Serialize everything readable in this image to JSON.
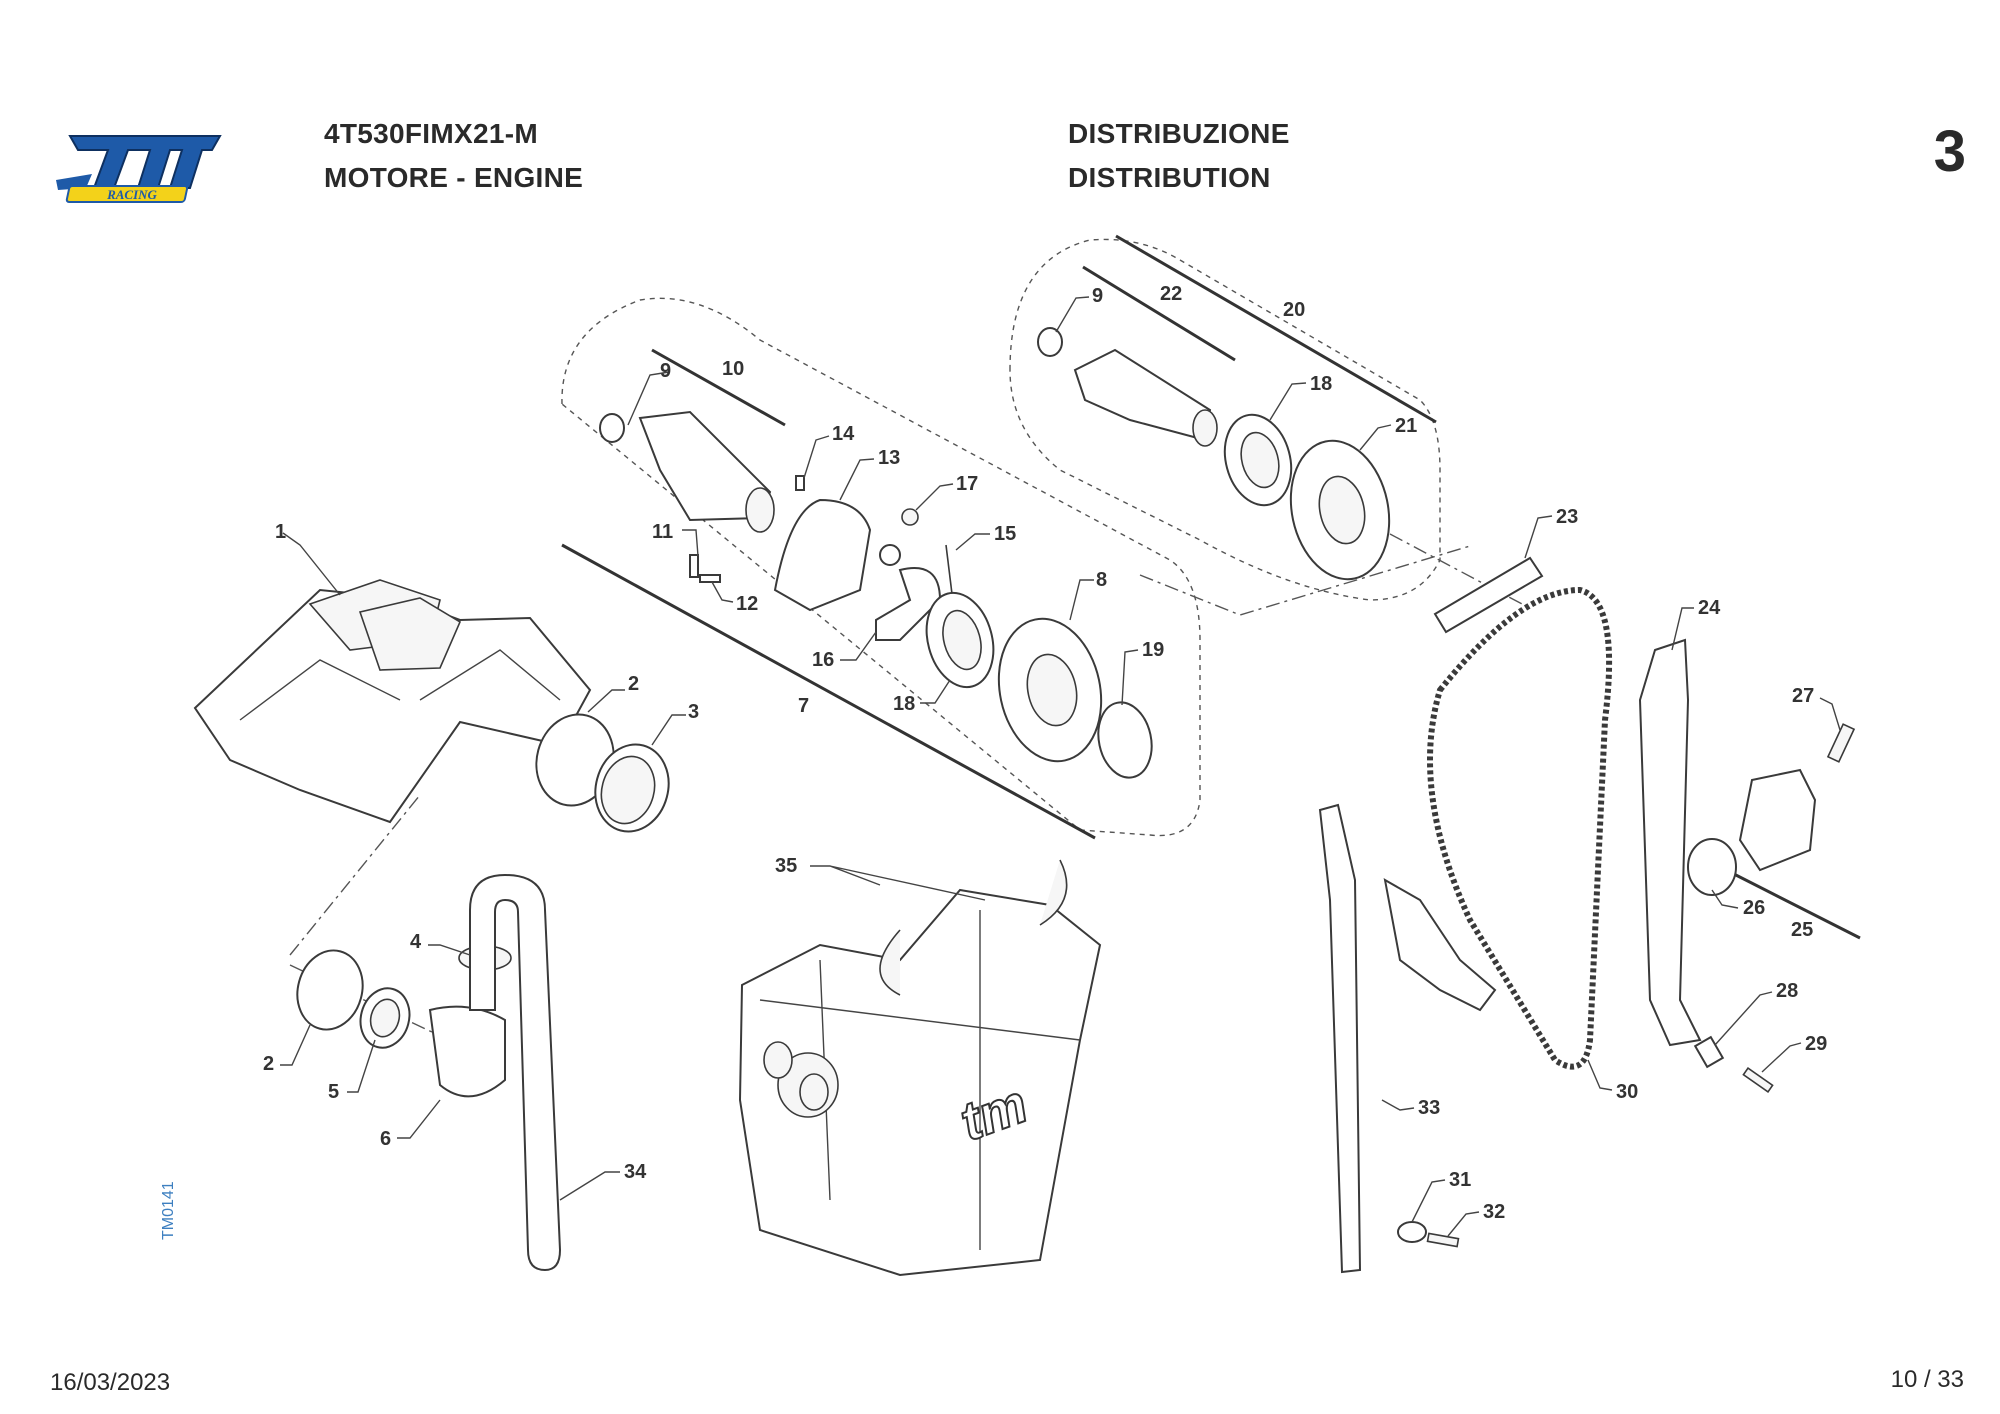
{
  "header": {
    "model_code": "4T530FIMX21-M",
    "group_title": "MOTORE - ENGINE",
    "section_title_it": "DISTRIBUZIONE",
    "section_title_en": "DISTRIBUTION",
    "table_number": "3"
  },
  "logo": {
    "brand": "tm",
    "sub": "RACING",
    "icon": "tm-racing-logo"
  },
  "drawing_code": "TM0141",
  "footer": {
    "date": "16/03/2023",
    "page": "10 / 33"
  },
  "callouts": {
    "c1": "1",
    "c2a": "2",
    "c2b": "2",
    "c3": "3",
    "c4": "4",
    "c5": "5",
    "c6": "6",
    "c7": "7",
    "c8": "8",
    "c9a": "9",
    "c9b": "9",
    "c10": "10",
    "c11": "11",
    "c12": "12",
    "c13": "13",
    "c14": "14",
    "c15": "15",
    "c16": "16",
    "c17": "17",
    "c18a": "18",
    "c18b": "18",
    "c19": "19",
    "c20": "20",
    "c21": "21",
    "c22": "22",
    "c23": "23",
    "c24": "24",
    "c25": "25",
    "c26": "26",
    "c27": "27",
    "c28": "28",
    "c29": "29",
    "c30": "30",
    "c31": "31",
    "c32": "32",
    "c33": "33",
    "c34": "34",
    "c35": "35"
  },
  "colors": {
    "ink": "#2a2a2a",
    "logo_blue": "#1e5aa8",
    "logo_yellow": "#f3d21a",
    "code_blue": "#3d7fc0"
  }
}
